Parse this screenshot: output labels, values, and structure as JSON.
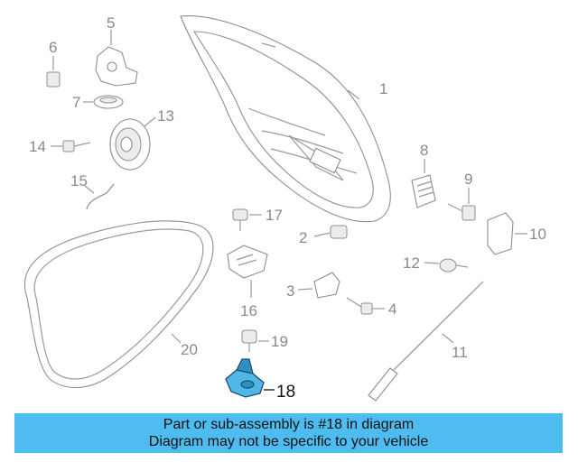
{
  "diagram": {
    "highlight_color": "#4fbcef",
    "callouts": [
      "1",
      "2",
      "3",
      "4",
      "5",
      "6",
      "7",
      "8",
      "9",
      "10",
      "11",
      "12",
      "13",
      "14",
      "15",
      "16",
      "17",
      "18",
      "19",
      "20"
    ],
    "highlighted_part": "18"
  },
  "banner": {
    "line1": "Part or sub-assembly is #18 in diagram",
    "line2": "Diagram may not be specific to your vehicle"
  }
}
